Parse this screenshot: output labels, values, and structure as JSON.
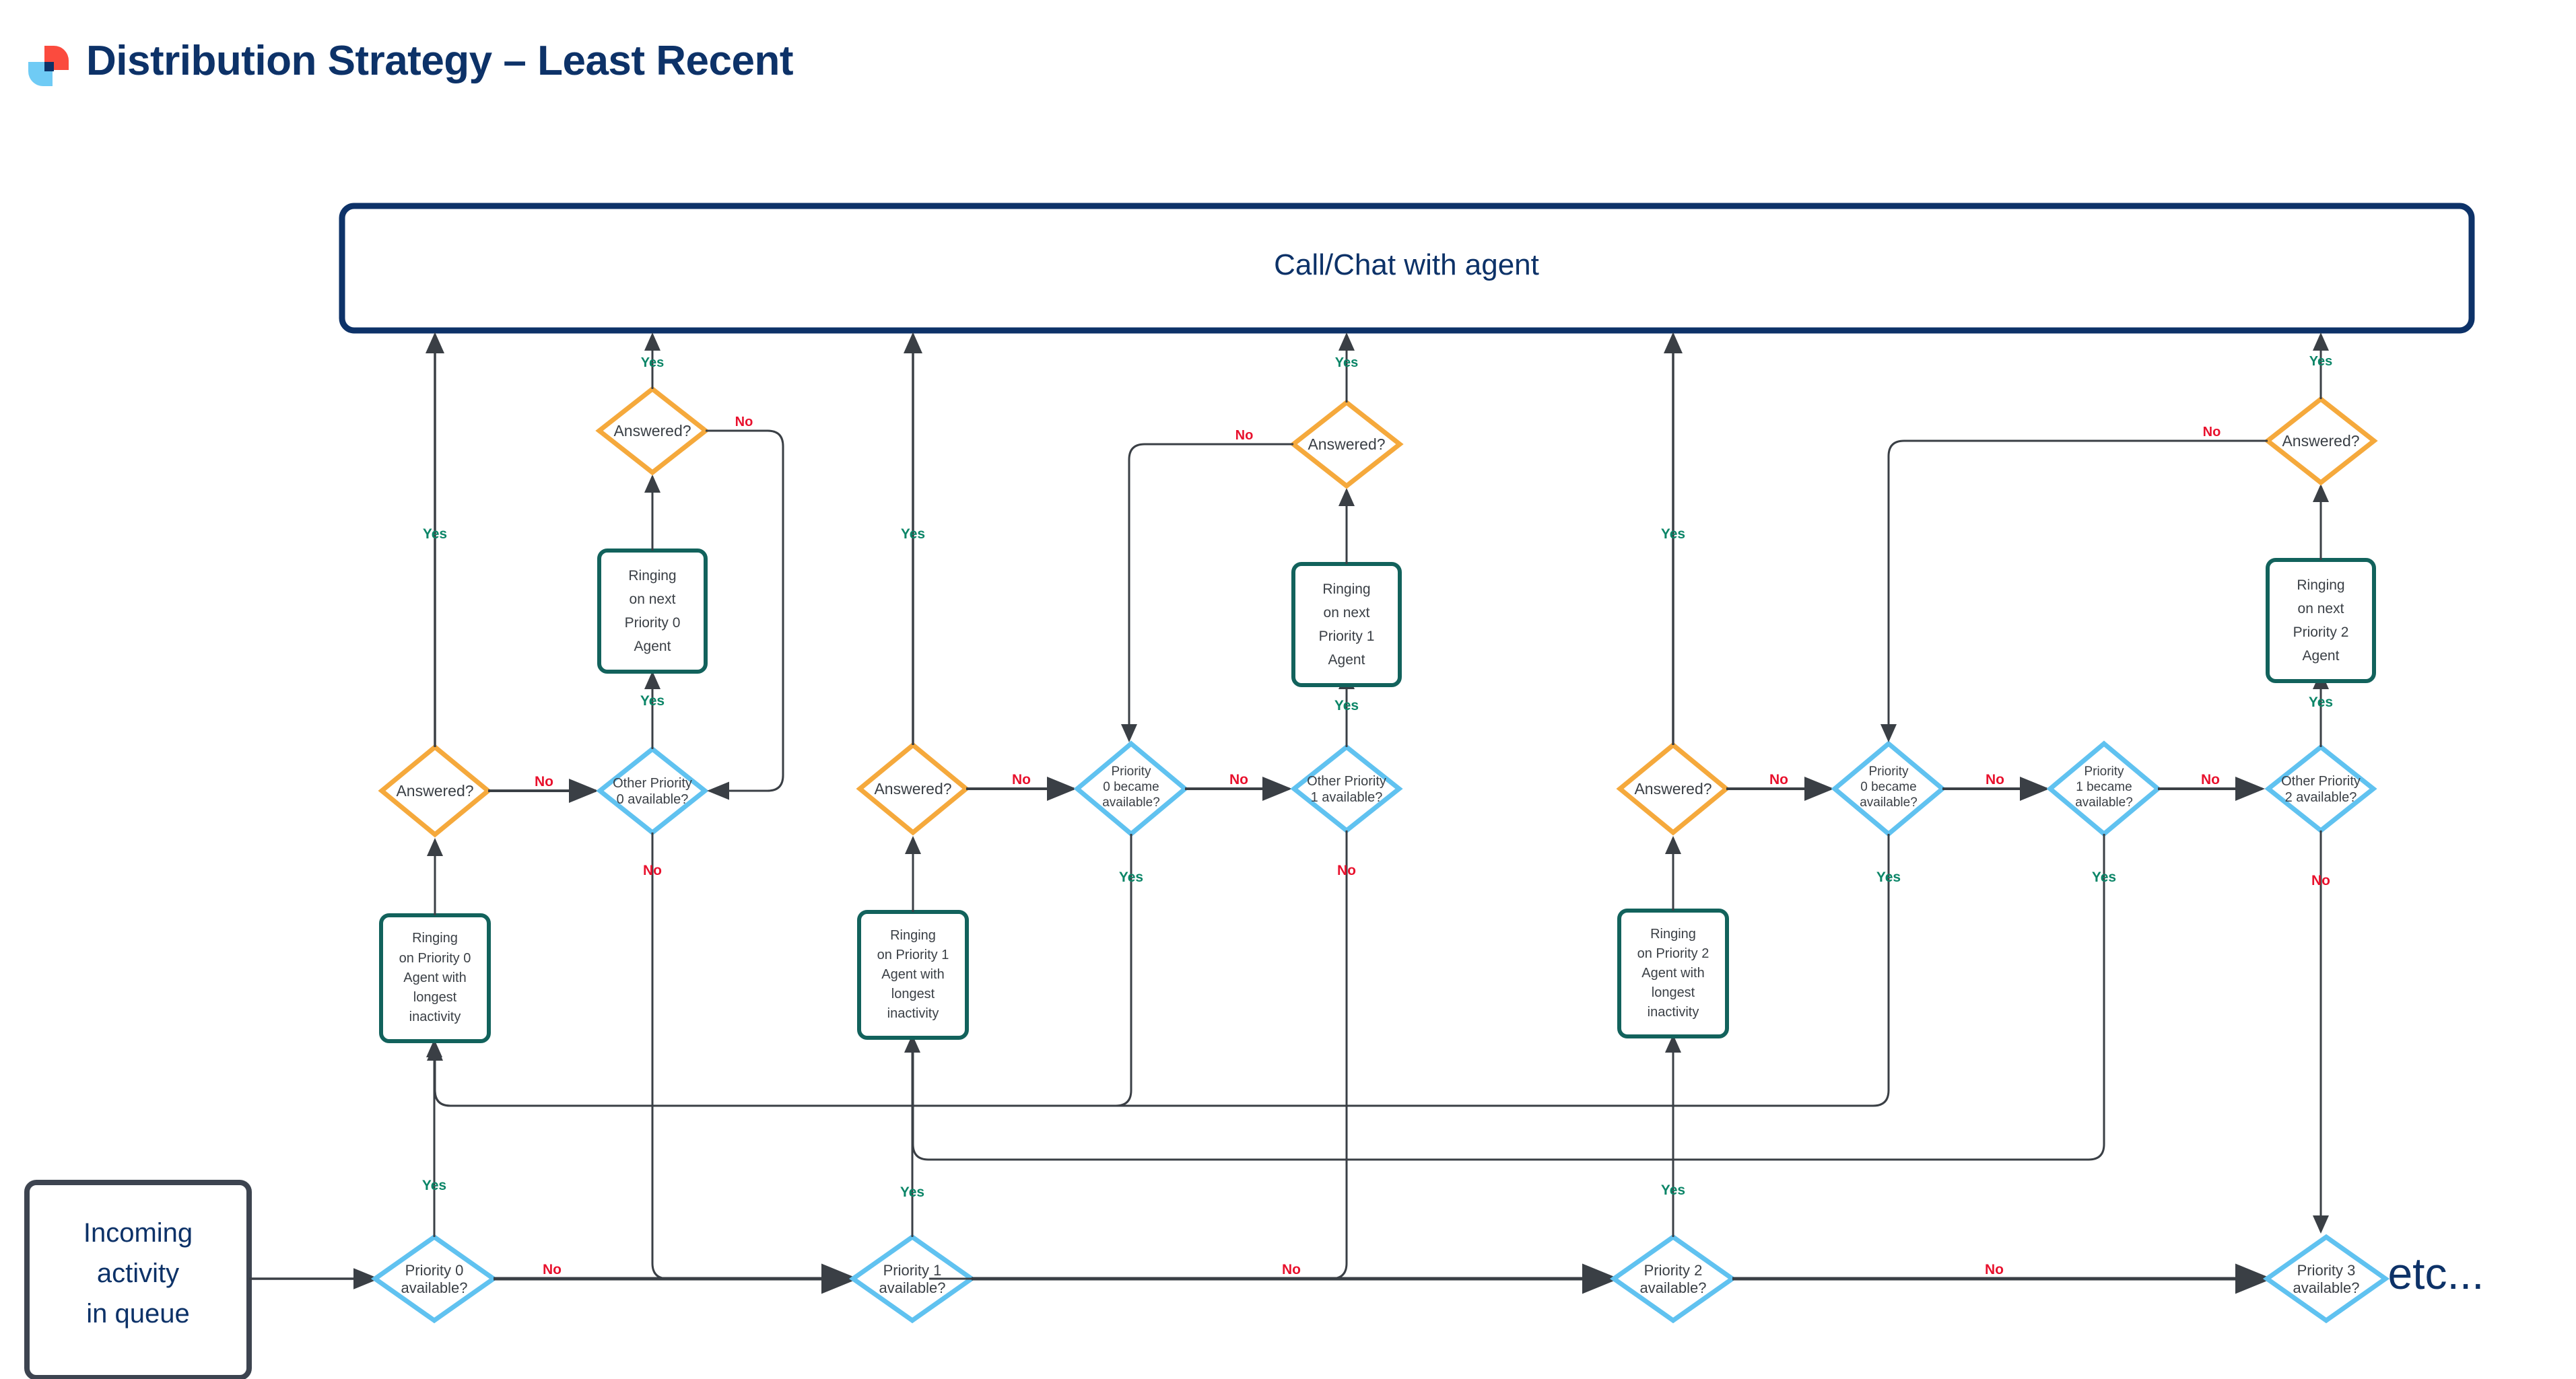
{
  "header": {
    "title": "Distribution Strategy – Least Recent",
    "logo_name": "brand-logo",
    "title_color": "#0d3268"
  },
  "palette": {
    "navy": "#0d3268",
    "teal": "#12625c",
    "orange": "#f5a93c",
    "light_blue": "#60c2f0",
    "slate": "#3d4450",
    "yes_green": "#0b8567",
    "no_red": "#e8112d",
    "line": "#3a3f45"
  },
  "nodes": {
    "top_bar": "Call/Chat with agent",
    "incoming": "Incoming\nactivity\nin queue",
    "etc": "etc...",
    "answered": "Answered?",
    "ringing_next": [
      "Ringing\non next\nPriority 0\nAgent",
      "Ringing\non next\nPriority 1\nAgent",
      "Ringing\non next\nPriority 2\nAgent"
    ],
    "ringing_longest": [
      "Ringing\non Priority 0\nAgent with\nlongest\ninactivity",
      "Ringing\non Priority 1\nAgent with\nlongest\ninactivity",
      "Ringing\non Priority 2\nAgent with\nlongest\ninactivity"
    ],
    "other_priority": [
      "Other Priority\n0 available?",
      "Other Priority\n1 available?",
      "Other Priority\n2 available?"
    ],
    "became_available": [
      "Priority\n0 became\navailable?",
      "Priority\n0 became\navailable?",
      "Priority\n1 became\navailable?"
    ],
    "priority_available": [
      "Priority 0\navailable?",
      "Priority 1\navailable?",
      "Priority 2\navailable?",
      "Priority 3\navailable?"
    ]
  },
  "edge_labels": {
    "yes": "Yes",
    "no": "No"
  },
  "flow": {
    "columns": [
      {
        "priority": 0,
        "gate": "Priority 0 available?",
        "yes_to": "Ringing on Priority 0 Agent with longest inactivity",
        "no_to": "Priority 1 available?",
        "answered_yes_to": "Call/Chat with agent",
        "answered_no_to": "Other Priority 0 available?",
        "other_yes_to": "Ringing on next Priority 0 Agent",
        "other_no_to": "Priority 0 became available? (next column)"
      },
      {
        "priority": 1,
        "gate": "Priority 1 available?",
        "yes_to": "Ringing on Priority 1 Agent with longest inactivity",
        "no_to": "Priority 2 available?",
        "answered_yes_to": "Call/Chat with agent",
        "answered_no_to": "Priority 0 became available?",
        "became_yes_to": "Ringing on Priority 0 Agent with longest inactivity",
        "became_no_to": "Other Priority 1 available?",
        "other_yes_to": "Ringing on next Priority 1 Agent",
        "other_no_to": "Priority 1 available?"
      },
      {
        "priority": 2,
        "gate": "Priority 2 available?",
        "yes_to": "Ringing on Priority 2 Agent with longest inactivity",
        "no_to": "Priority 3 available?",
        "answered_yes_to": "Call/Chat with agent",
        "answered_no_to": "Other Priority 2 available?",
        "became0_yes_to": "Ringing on Priority 0 Agent with longest inactivity",
        "became1_yes_to": "Ringing on Priority 1 Agent with longest inactivity",
        "other_yes_to": "Ringing on next Priority 2 Agent",
        "other_no_to": "Priority 3 available?"
      }
    ]
  }
}
